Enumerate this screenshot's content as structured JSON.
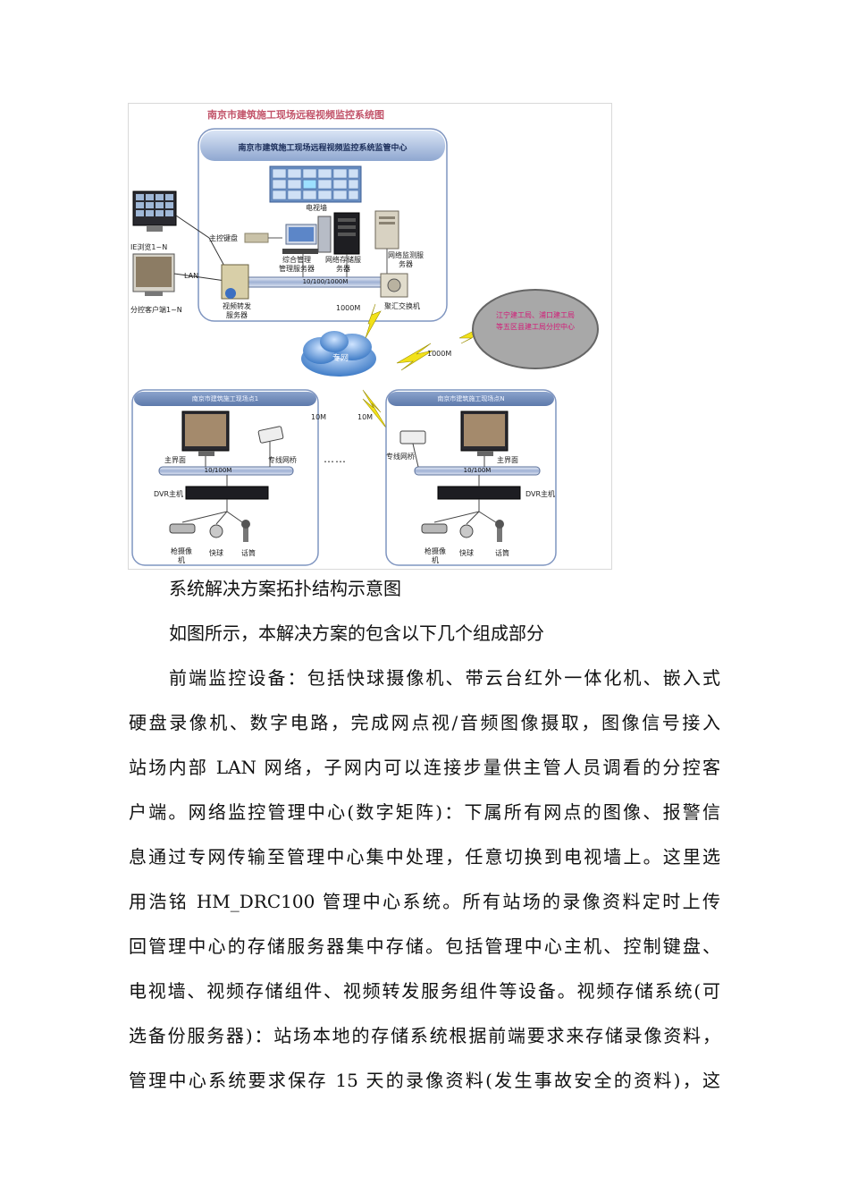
{
  "figure": {
    "title": "南京市建筑施工现场远程视频监控系统图",
    "center_title": "南京市建筑施工现场远程视频监控系统监管中心",
    "labels": {
      "tv_wall": "电视墙",
      "main_keyboard": "主控键盘",
      "mgmt_server": "综合管理\n管理服务器",
      "storage_server": "网络存储服\n务器",
      "monitor_server": "网络监测服\n务器",
      "bus_main": "10/100/1000M",
      "ie_browse": "IE浏览1~N",
      "lan": "LAN",
      "sub_client": "分控客户端1~N",
      "forward_server": "视频转发\n服务器",
      "gigabit_1": "1000M",
      "agg_switch": "聚汇交换机",
      "cloud": "专网",
      "gigabit_2": "1000M",
      "district_center": "江宁建工局、浦口建工局\n等五区县建工局分控中心",
      "link_10m_left": "10M",
      "link_10m_right": "10M",
      "dots": "……",
      "site1_title": "南京市建筑施工现场点1",
      "siteN_title": "南京市建筑施工现场点N",
      "main_screen": "主界面",
      "bridge": "专线网桥",
      "bus_site": "10/100M",
      "dvr_host": "DVR主机",
      "camera": "枪摄像\n机",
      "dome": "快球",
      "mic": "话筒"
    }
  },
  "text": {
    "caption": "系统解决方案拓扑结构示意图",
    "intro": "如图所示，本解决方案的包含以下几个组成部分",
    "lines": [
      "前端监控设备：包括快球摄像机、带云台红外一体化机、嵌入式",
      "硬盘录像机、数字电路，完成网点视/音频图像摄取，图像信号接入",
      "站场内部 LAN 网络，子网内可以连接步量供主管人员调看的分控客",
      "户端。网络监控管理中心(数字矩阵)：下属所有网点的图像、报警信",
      "息通过专网传输至管理中心集中处理，任意切换到电视墙上。这里选",
      "用浩铭  HM_DRC100  管理中心系统。所有站场的录像资料定时上传",
      "回管理中心的存储服务器集中存储。包括管理中心主机、控制键盘、",
      "电视墙、视频存储组件、视频转发服务组件等设备。视频存储系统(可",
      "选备份服务器)：站场本地的存储系统根据前端要求来存储录像资料，",
      "管理中心系统要求保存  15  天的录像资料(发生事故安全的资料)，这"
    ]
  }
}
